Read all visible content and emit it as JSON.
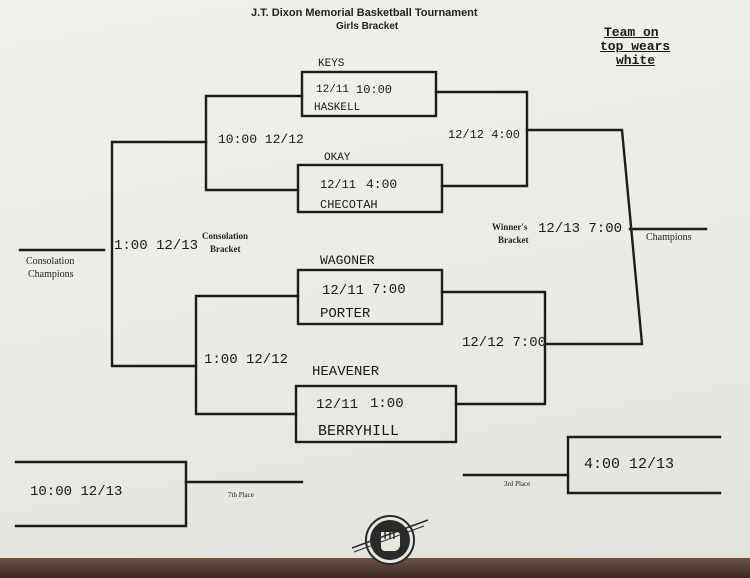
{
  "header": {
    "title": "J.T. Dixon Memorial Basketball Tournament",
    "subtitle": "Girls Bracket"
  },
  "note": {
    "line1": "Team on",
    "line2": "top wears",
    "line3": "white"
  },
  "bracket": {
    "first_round": [
      {
        "team_top": "KEYS",
        "date": "12/11",
        "time": "10:00",
        "team_bottom": "HASKELL"
      },
      {
        "team_top": "OKAY",
        "date": "12/11",
        "time": "4:00",
        "team_bottom": "CHECOTAH"
      },
      {
        "team_top": "WAGONER",
        "date": "12/11",
        "time": "7:00",
        "team_bottom": "PORTER"
      },
      {
        "team_top": "HEAVENER",
        "date": "12/11",
        "time": "1:00",
        "team_bottom": "BERRYHILL"
      }
    ],
    "consolation_upper": "10:00  12/12",
    "consolation_lower": "1:00  12/12",
    "consolation_final": "1:00  12/13",
    "consolation_label": "Consolation",
    "consolation_label2": "Bracket",
    "consolation_champions": "Consolation",
    "consolation_champions2": "Champions",
    "winners_upper": "12/12  4:00",
    "winners_lower": "12/12  7:00",
    "winners_final": "12/13  7:00",
    "winners_label": "Winner's",
    "winners_label2": "Bracket",
    "champions": "Champions",
    "seventh_place_game": "10:00   12/13",
    "seventh_place": "7th Place",
    "third_place_game": "4:00    12/13",
    "third_place": "3rd Place"
  }
}
